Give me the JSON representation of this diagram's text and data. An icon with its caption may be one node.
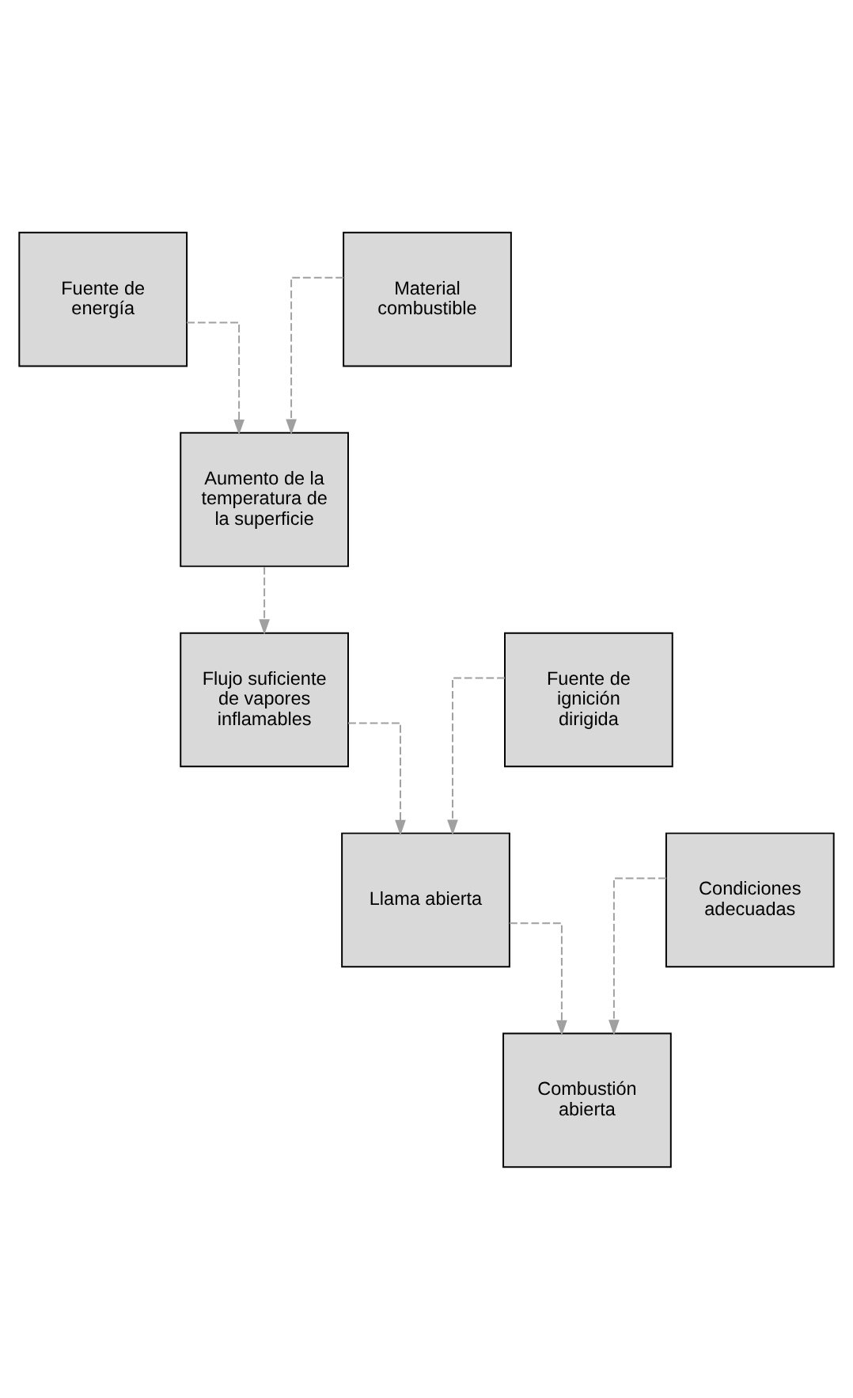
{
  "diagram": {
    "nodes": [
      {
        "text": [
          "Fuente de energía"
        ]
      },
      {
        "text": [
          "Material combustible"
        ]
      },
      {
        "text": [
          "Aumento de la temperatura de la superficie"
        ]
      },
      {
        "text": [
          "Fuente de ignición dirigida"
        ]
      },
      {
        "text": [
          "Flujo suficiente de vapores inflamables"
        ]
      },
      {
        "text": [
          "Condiciones adecuadas"
        ]
      },
      {
        "text": [
          "Llama abierta"
        ]
      },
      {
        "text": [
          "Combustión abierta"
        ]
      }
    ],
    "edges": [
      {
        "from": 0,
        "to": 2,
        "arrow": "to",
        "style": "dashed"
      },
      {
        "from": 1,
        "to": 2,
        "arrow": "to",
        "style": "dashed"
      },
      {
        "from": 2,
        "to": 4,
        "arrow": "to",
        "style": "dashed"
      },
      {
        "from": 3,
        "to": 6,
        "arrow": "to",
        "style": "dashed"
      },
      {
        "from": 4,
        "to": 6,
        "arrow": "to",
        "style": "dashed"
      },
      {
        "from": 5,
        "to": 7,
        "arrow": "to",
        "style": "dashed"
      },
      {
        "from": 6,
        "to": 7,
        "arrow": "to",
        "style": "dashed"
      }
    ]
  }
}
